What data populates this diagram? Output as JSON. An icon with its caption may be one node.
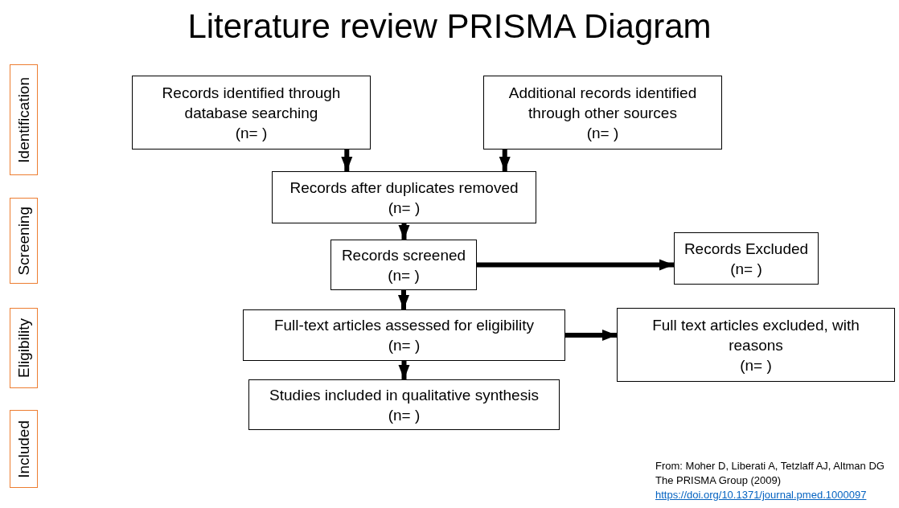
{
  "diagram": {
    "title": "Literature review PRISMA Diagram",
    "nodes": [
      {
        "text": [
          "Identification"
        ]
      },
      {
        "text": [
          "Screening"
        ]
      },
      {
        "text": [
          "Eligibility"
        ]
      },
      {
        "text": [
          "Included"
        ]
      },
      {
        "text": [
          "Records identified through database searching",
          "(n= )"
        ]
      },
      {
        "text": [
          "Additional records identified through other sources",
          "(n= )"
        ]
      },
      {
        "text": [
          "Records after duplicates removed",
          "(n= )"
        ]
      },
      {
        "text": [
          "Records screened",
          "(n= )"
        ]
      },
      {
        "text": [
          "Records Excluded",
          "(n= )"
        ]
      },
      {
        "text": [
          "Full-text articles assessed for eligibility",
          "(n= )"
        ]
      },
      {
        "text": [
          "Full text articles excluded, with reasons",
          "(n= )"
        ]
      },
      {
        "text": [
          "Studies included in qualitative synthesis",
          "(n= )"
        ]
      }
    ],
    "edges": [
      {
        "from": 4,
        "to": 6,
        "arrow": "to"
      },
      {
        "from": 5,
        "to": 6,
        "arrow": "to"
      },
      {
        "from": 6,
        "to": 7,
        "arrow": "to"
      },
      {
        "from": 7,
        "to": 8,
        "arrow": "to"
      },
      {
        "from": 7,
        "to": 9,
        "arrow": "to"
      },
      {
        "from": 9,
        "to": 10,
        "arrow": "to"
      },
      {
        "from": 9,
        "to": 11,
        "arrow": "to"
      }
    ],
    "labels": [
      "From: Moher D, Liberati A, Tetzlaff AJ, Altman DG",
      "The PRISMA Group (2009)",
      "https://doi.org/10.1371/journal.pmed.1000097"
    ]
  }
}
